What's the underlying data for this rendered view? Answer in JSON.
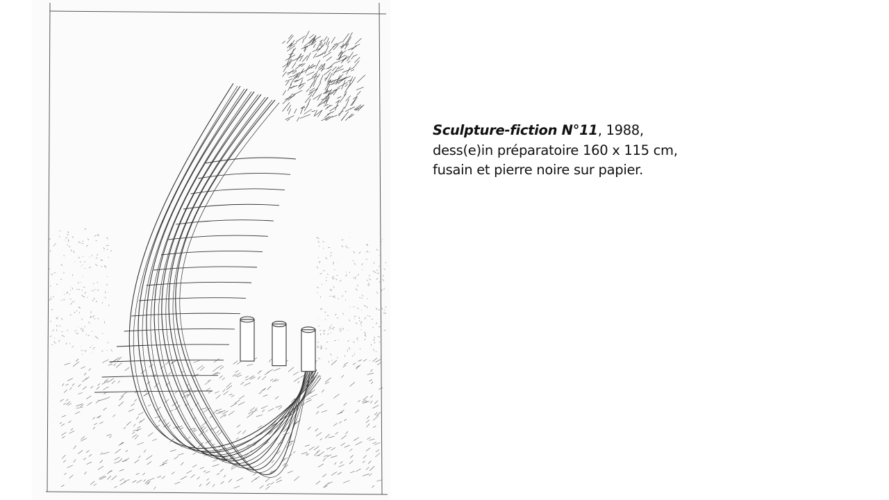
{
  "slide": {
    "image": {
      "alt_icon": "woven-basket-sculpture-drawing"
    },
    "caption": {
      "title": "Sculpture-fiction N°11",
      "year_suffix": ", 1988,",
      "line2": "dess(e)in préparatoire 160 x 115 cm,",
      "line3": "fusain et pierre noire sur papier."
    }
  }
}
